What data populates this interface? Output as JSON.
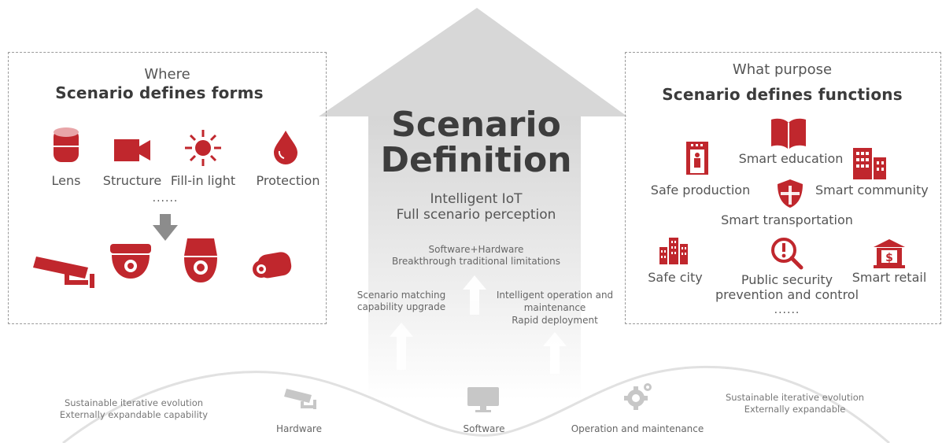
{
  "left_panel": {
    "kicker": "Where",
    "headline": "Scenario defines forms",
    "forms": [
      "Lens",
      "Structure",
      "Fill-in light",
      "Protection"
    ],
    "ellipsis": "......"
  },
  "center": {
    "title_line1": "Scenario",
    "title_line2": "Definition",
    "subtitle_line1": "Intelligent IoT",
    "subtitle_line2": "Full scenario perception",
    "point_top_line1": "Software+Hardware",
    "point_top_line2": "Breakthrough traditional limitations",
    "point_left_line1": "Scenario matching",
    "point_left_line2": "capability upgrade",
    "point_right_line1": "Intelligent operation and",
    "point_right_line2": "maintenance",
    "point_right_line3": "Rapid deployment"
  },
  "right_panel": {
    "kicker": "What purpose",
    "headline": "Scenario defines functions",
    "functions": {
      "smart_education": "Smart education",
      "safe_production": "Safe production",
      "smart_community": "Smart community",
      "smart_transportation": "Smart transportation",
      "safe_city": "Safe city",
      "public_security_line1": "Public security",
      "public_security_line2": "prevention and control",
      "smart_retail": "Smart retail"
    },
    "ellipsis": "......"
  },
  "bottom": {
    "left_note_line1": "Sustainable iterative evolution",
    "left_note_line2": "Externally expandable capability",
    "right_note_line1": "Sustainable iterative evolution",
    "right_note_line2": "Externally expandable",
    "hardware": "Hardware",
    "software": "Software",
    "operation": "Operation and maintenance"
  },
  "colors": {
    "accent_red": "#c0272d",
    "arrow_gray": "#d9d9d9",
    "text_gray": "#555555"
  },
  "icons": [
    "lens-icon",
    "camera-structure-icon",
    "sun-fill-light-icon",
    "drop-protection-icon",
    "down-arrow-icon",
    "bullet-camera-icon",
    "dome-camera-icon",
    "ptz-camera-icon",
    "box-camera-icon",
    "elevator-icon",
    "book-icon",
    "buildings-icon",
    "shield-icon",
    "city-icon",
    "search-alert-icon",
    "bank-icon",
    "cctv-icon",
    "monitor-icon",
    "gear-icon"
  ]
}
